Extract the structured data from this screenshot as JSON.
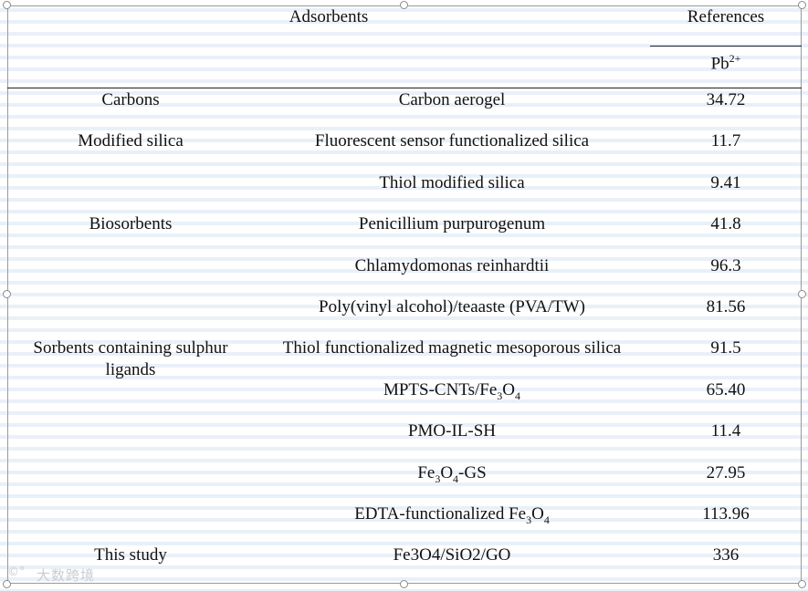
{
  "header": {
    "adsorbents": "Adsorbents",
    "references": "References",
    "metal": "Pb",
    "metal_charge": "2+"
  },
  "rows": [
    {
      "category": "Carbons",
      "adsorbent": "Carbon aerogel",
      "value": "34.72"
    },
    {
      "category": "Modified silica",
      "adsorbent": "Fluorescent sensor functionalized silica",
      "value": "11.7"
    },
    {
      "category": "",
      "adsorbent": "Thiol modified silica",
      "value": "9.41"
    },
    {
      "category": "Biosorbents",
      "adsorbent": "Penicillium purpurogenum",
      "value": "41.8"
    },
    {
      "category": "",
      "adsorbent": "Chlamydomonas reinhardtii",
      "value": "96.3"
    },
    {
      "category": "",
      "adsorbent": "Poly(vinyl alcohol)/teaaste (PVA/TW)",
      "value": "81.56"
    },
    {
      "category": "Sorbents containing sulphur",
      "category_line2": "ligands",
      "adsorbent": "Thiol functionalized magnetic mesoporous silica",
      "value": "91.5"
    },
    {
      "category": "",
      "adsorbent_parts": [
        "MPTS-CNTs/Fe",
        "3",
        "O",
        "4"
      ],
      "value": "65.40"
    },
    {
      "category": "",
      "adsorbent": "PMO-IL-SH",
      "value": "11.4"
    },
    {
      "category": "",
      "adsorbent_parts": [
        "Fe",
        "3",
        "O",
        "4",
        "-GS"
      ],
      "value": "27.95"
    },
    {
      "category": "",
      "adsorbent_parts": [
        "EDTA-functionalized Fe",
        "3",
        "O",
        "4"
      ],
      "value": "113.96"
    },
    {
      "category": "This study",
      "adsorbent": "Fe3O4/SiO2/GO",
      "value": "336"
    }
  ],
  "watermark": "大数跨境"
}
